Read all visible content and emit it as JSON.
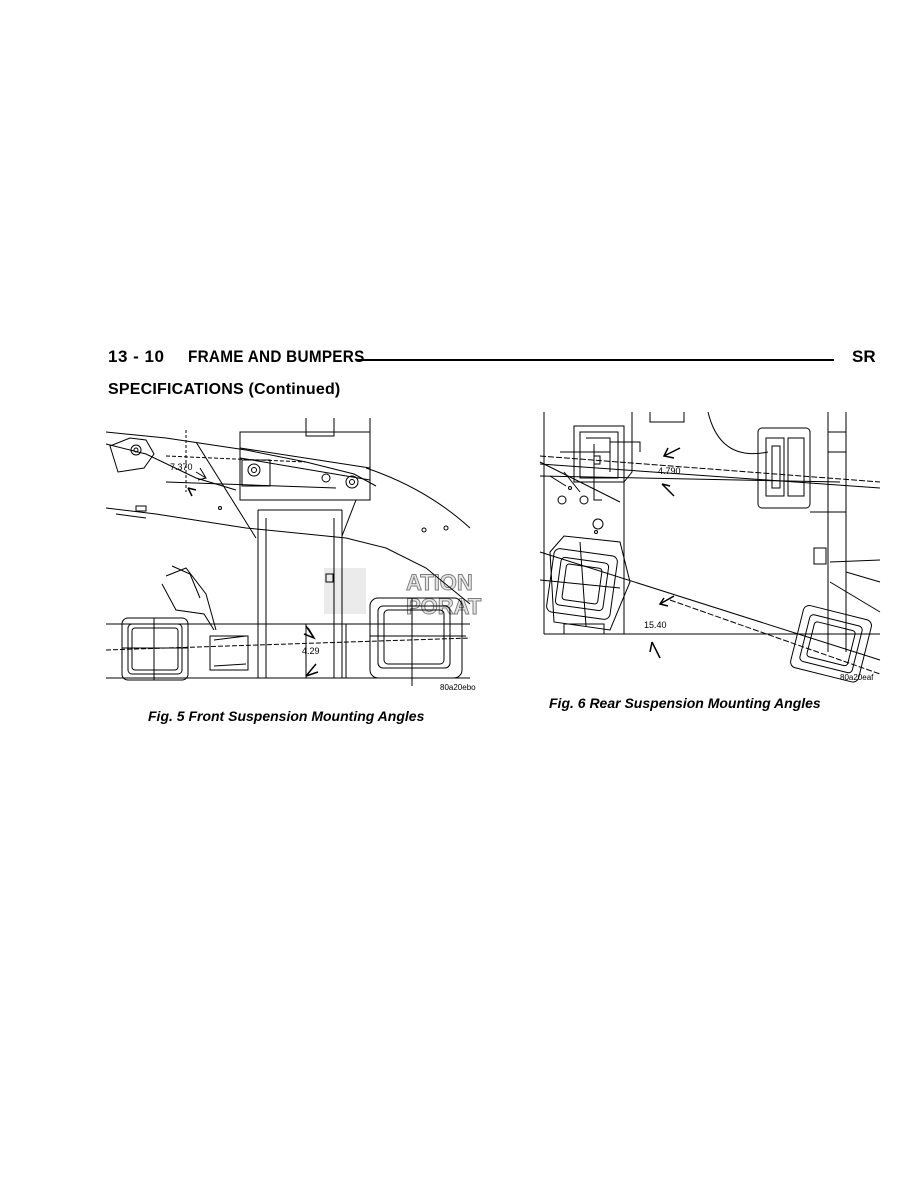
{
  "header": {
    "page_number": "13 - 10",
    "section_title": "FRAME AND BUMPERS",
    "model_code": "SR"
  },
  "subheading": "SPECIFICATIONS (Continued)",
  "figures": [
    {
      "caption": "Fig. 5 Front Suspension Mounting Angles",
      "angle_upper": "7.370",
      "angle_lower": "4.29",
      "code": "80a20ebo"
    },
    {
      "caption": "Fig. 6 Rear Suspension Mounting Angles",
      "angle_upper": "4.790",
      "angle_lower": "15.40",
      "code": "80a20eaf"
    }
  ]
}
